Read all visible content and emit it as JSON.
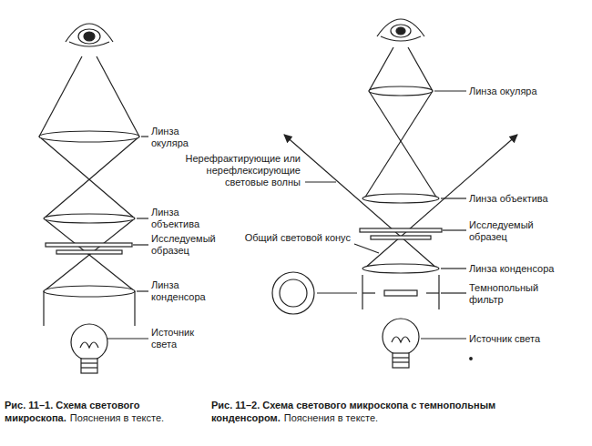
{
  "diagram": {
    "labels": [
      "Линза окуляра",
      "Линза объектива",
      "Исследуемый образец",
      "Линза конденсора",
      "Источник света",
      "Рис. 11–1. Схема светового микроскопа.",
      "Пояснения в тексте.",
      "Линза окуляра",
      "Нерефрактирующие или нерефлексирующие световые волны",
      "Линза объектива",
      "Исследуемый образец",
      "Общий световой конус",
      "Линза конденсора",
      "Темнопольный фильтр",
      "Источник света",
      "Рис. 11–2. Схема светового микроскопа с темнопольным конденсором.",
      "Пояснения в тексте."
    ]
  }
}
